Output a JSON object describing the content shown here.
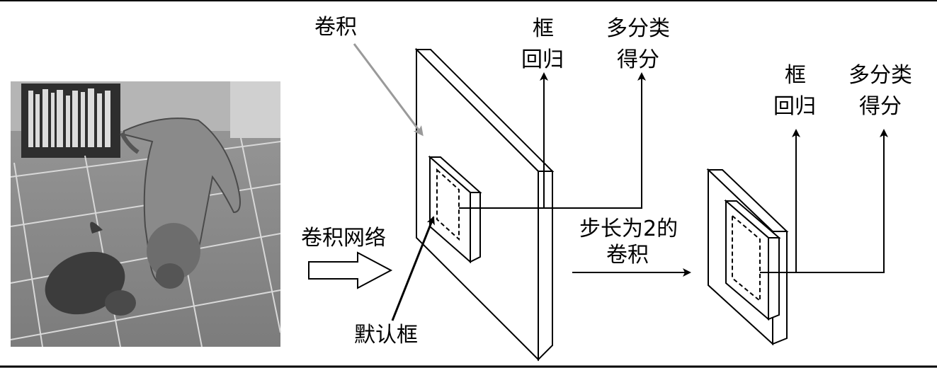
{
  "labels": {
    "conv": "卷积",
    "conv_network": "卷积网络",
    "default_box": "默认框",
    "box_regression_a": "框",
    "box_regression_b": "回归",
    "multiclass_a": "多分类",
    "multiclass_b": "得分",
    "stride_conv_a": "步长为2的",
    "stride_conv_b": "卷积"
  },
  "photo": {
    "description_icon": "photo-cat-and-dog"
  },
  "colors": {
    "stroke": "#000000",
    "gray_arrow": "#9a9a9a",
    "photo_floor": "#8f8f8f",
    "photo_dark": "#3a3a3a"
  }
}
